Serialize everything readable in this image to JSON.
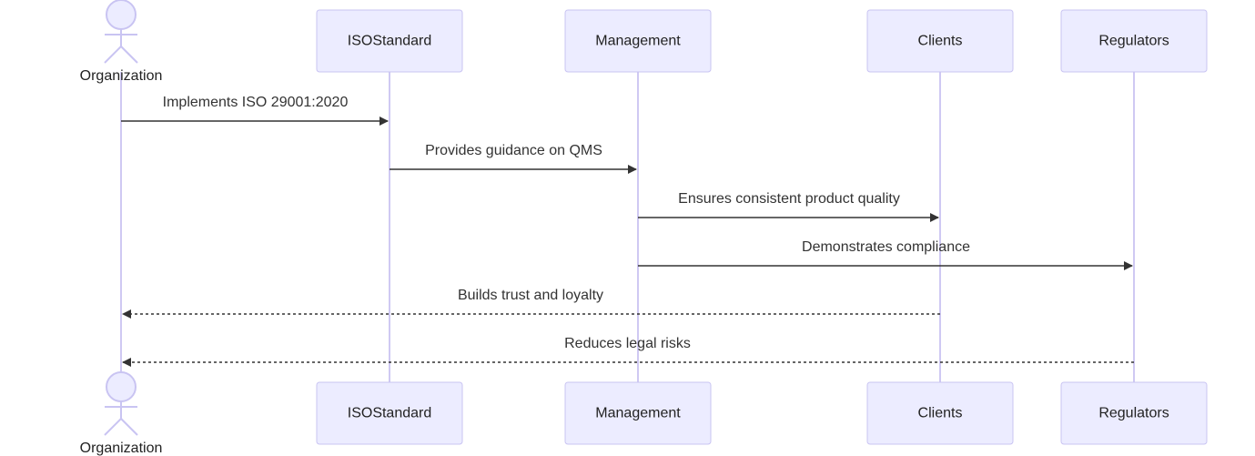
{
  "diagram": {
    "type": "sequence",
    "participants": [
      {
        "id": "org",
        "label": "Organization",
        "kind": "actor"
      },
      {
        "id": "iso",
        "label": "ISOStandard",
        "kind": "participant"
      },
      {
        "id": "mgmt",
        "label": "Management",
        "kind": "participant"
      },
      {
        "id": "clients",
        "label": "Clients",
        "kind": "participant"
      },
      {
        "id": "reg",
        "label": "Regulators",
        "kind": "participant"
      }
    ],
    "messages": [
      {
        "from": "org",
        "to": "iso",
        "text": "Implements ISO 29001:2020",
        "style": "solid"
      },
      {
        "from": "iso",
        "to": "mgmt",
        "text": "Provides guidance on QMS",
        "style": "solid"
      },
      {
        "from": "mgmt",
        "to": "clients",
        "text": "Ensures consistent product quality",
        "style": "solid"
      },
      {
        "from": "mgmt",
        "to": "reg",
        "text": "Demonstrates compliance",
        "style": "solid"
      },
      {
        "from": "clients",
        "to": "org",
        "text": "Builds trust and loyalty",
        "style": "dotted"
      },
      {
        "from": "reg",
        "to": "org",
        "text": "Reduces legal risks",
        "style": "dotted"
      }
    ],
    "colors": {
      "actor_fill": "#ececff",
      "actor_stroke": "#c9c4f2",
      "lifeline": "#cfc9f3",
      "message": "#333333"
    }
  }
}
